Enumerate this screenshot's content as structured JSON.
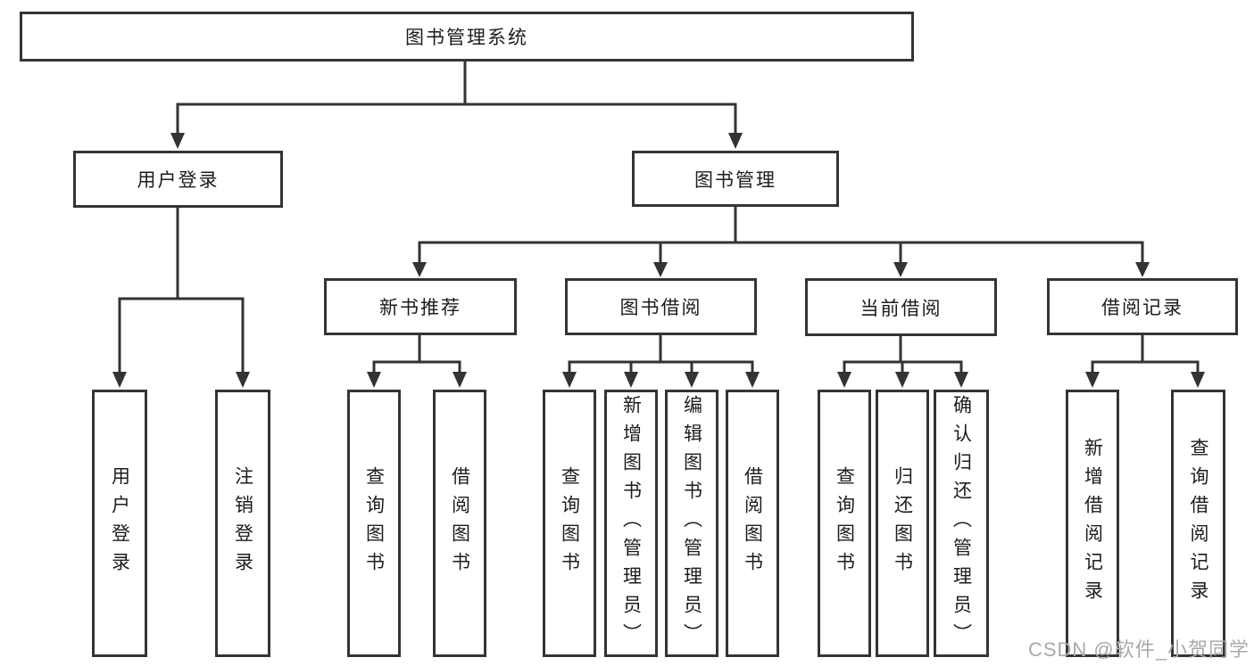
{
  "tree": {
    "root": {
      "label": "图书管理系统"
    },
    "branches": [
      {
        "label": "用户登录"
      },
      {
        "label": "图书管理"
      }
    ],
    "modules": [
      {
        "label": "新书推荐"
      },
      {
        "label": "图书借阅"
      },
      {
        "label": "当前借阅"
      },
      {
        "label": "借阅记录"
      }
    ],
    "leaves": {
      "user_login": [
        {
          "label": "用户登录"
        },
        {
          "label": "注销登录"
        }
      ],
      "new_book_recommend": [
        {
          "label": "查询图书"
        },
        {
          "label": "借阅图书"
        }
      ],
      "book_borrow": [
        {
          "label": "查询图书"
        },
        {
          "label": "新增图书（管理员）"
        },
        {
          "label": "编辑图书（管理员）"
        },
        {
          "label": "借阅图书"
        }
      ],
      "current_borrow": [
        {
          "label": "查询图书"
        },
        {
          "label": "归还图书"
        },
        {
          "label": "确认归还（管理员）"
        }
      ],
      "borrow_records": [
        {
          "label": "新增借阅记录"
        },
        {
          "label": "查询借阅记录"
        }
      ]
    }
  },
  "watermark": {
    "text": "CSDN @软件_小贺同学"
  },
  "colors": {
    "line": "#333333",
    "box_border": "#343434",
    "text": "#1c1c1c",
    "watermark": "#a9a9a9",
    "background": "#ffffff"
  }
}
